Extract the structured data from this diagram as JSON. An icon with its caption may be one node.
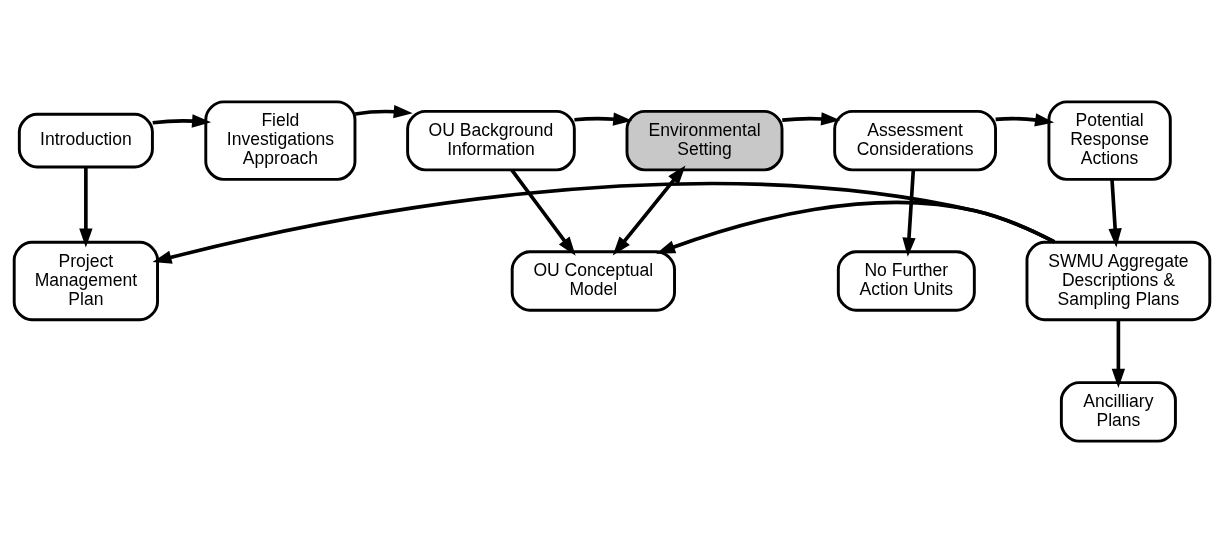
{
  "diagram": {
    "nodes": [
      {
        "text": [
          "Introduction"
        ]
      },
      {
        "text": [
          "Field Investigations Approach"
        ]
      },
      {
        "text": [
          "OU Background Information"
        ]
      },
      {
        "text": [
          "OU Conceptual Model"
        ]
      },
      {
        "text": [
          "Environmental Setting"
        ]
      },
      {
        "text": [
          "Assessment Considerations"
        ]
      },
      {
        "text": [
          "No Further Action Units"
        ]
      },
      {
        "text": [
          "Potential Response Actions"
        ]
      },
      {
        "text": [
          "SWMU Aggregate Descriptions & Sampling Plans"
        ]
      },
      {
        "text": [
          "Project Management Plan"
        ]
      },
      {
        "text": [
          "Ancilliary Plans"
        ]
      }
    ],
    "edges": [
      {
        "from": 0,
        "to": 1,
        "arrow": "to"
      },
      {
        "from": 1,
        "to": 2,
        "arrow": "to"
      },
      {
        "from": 2,
        "to": 3,
        "arrow": "to"
      },
      {
        "from": 2,
        "to": 4,
        "arrow": "to"
      },
      {
        "from": 3,
        "to": 4,
        "arrow": "both"
      },
      {
        "from": 4,
        "to": 5,
        "arrow": "to"
      },
      {
        "from": 5,
        "to": 6,
        "arrow": "to"
      },
      {
        "from": 5,
        "to": 7,
        "arrow": "to"
      },
      {
        "from": 7,
        "to": 8,
        "arrow": "to"
      },
      {
        "from": 8,
        "to": 3,
        "arrow": "to"
      },
      {
        "from": 8,
        "to": 9,
        "arrow": "to"
      },
      {
        "from": 8,
        "to": 10,
        "arrow": "to"
      },
      {
        "from": 0,
        "to": 9,
        "arrow": "to"
      }
    ]
  }
}
